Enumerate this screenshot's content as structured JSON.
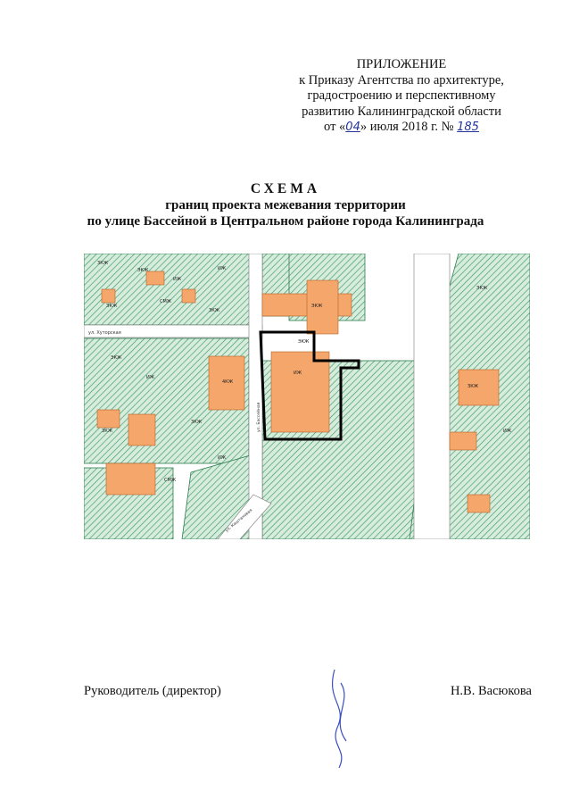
{
  "appendix": {
    "heading": "ПРИЛОЖЕНИЕ",
    "line1": "к Приказу Агентства по архитектуре,",
    "line2": "градостроению и перспективному",
    "line3": "развитию Калининградской области",
    "date_prefix": "от «",
    "date_day": "04",
    "date_mid": "» июля 2018 г.  №",
    "number": "185"
  },
  "title": {
    "main": "СХЕМА",
    "sub1": "границ проекта межевания территории",
    "sub2": "по улице Бассейной в Центральном районе города Калининграда"
  },
  "map": {
    "street_labels": [
      "ул. Хуторская",
      "ул. Бассейная",
      "ул. Каштановая"
    ],
    "labels": [
      "ЗКЖ",
      "ЭКЖ",
      "ИЖ",
      "ИЖ",
      "ЭКЖ",
      "СМЖ",
      "ЗКЖ",
      "ЭКЖ",
      "ИЖ",
      "ЗКЖ",
      "ЗКЖ",
      "ИЖ",
      "4КЖ",
      "ЭКЖ",
      "ИЖ",
      "ЭКЖ",
      "СМЖ",
      "ЭКЖ",
      "ЗКЖ",
      "ИЖ"
    ],
    "colors": {
      "parcel_fill": "#cfe6d6",
      "hatch": "#2e8a56",
      "building": "#f5a66a",
      "boundary": "#000000",
      "road": "#ffffff"
    }
  },
  "signatures": {
    "left": "Руководитель (директор)",
    "right": "Н.В. Васюкова"
  }
}
